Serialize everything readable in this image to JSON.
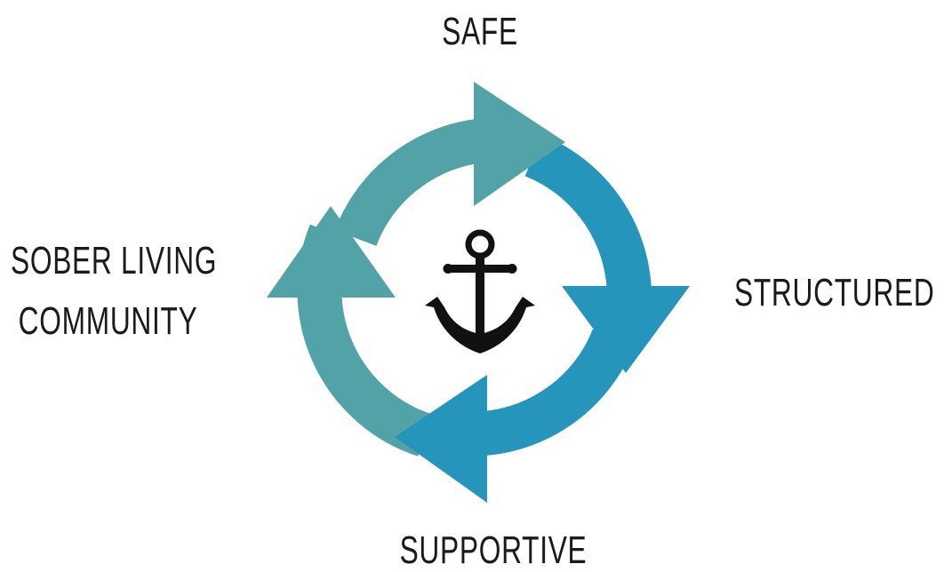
{
  "diagram": {
    "labels": {
      "top": "SAFE",
      "right": "STRUCTURED",
      "bottom": "SUPPORTIVE",
      "left_line1": "SOBER LIVING",
      "left_line2": "COMMUNITY"
    },
    "center_icon": "anchor-icon",
    "colors": {
      "teal": "#52a3a7",
      "blue": "#2595bb",
      "icon": "#111111",
      "text": "#1a1a1a"
    }
  }
}
